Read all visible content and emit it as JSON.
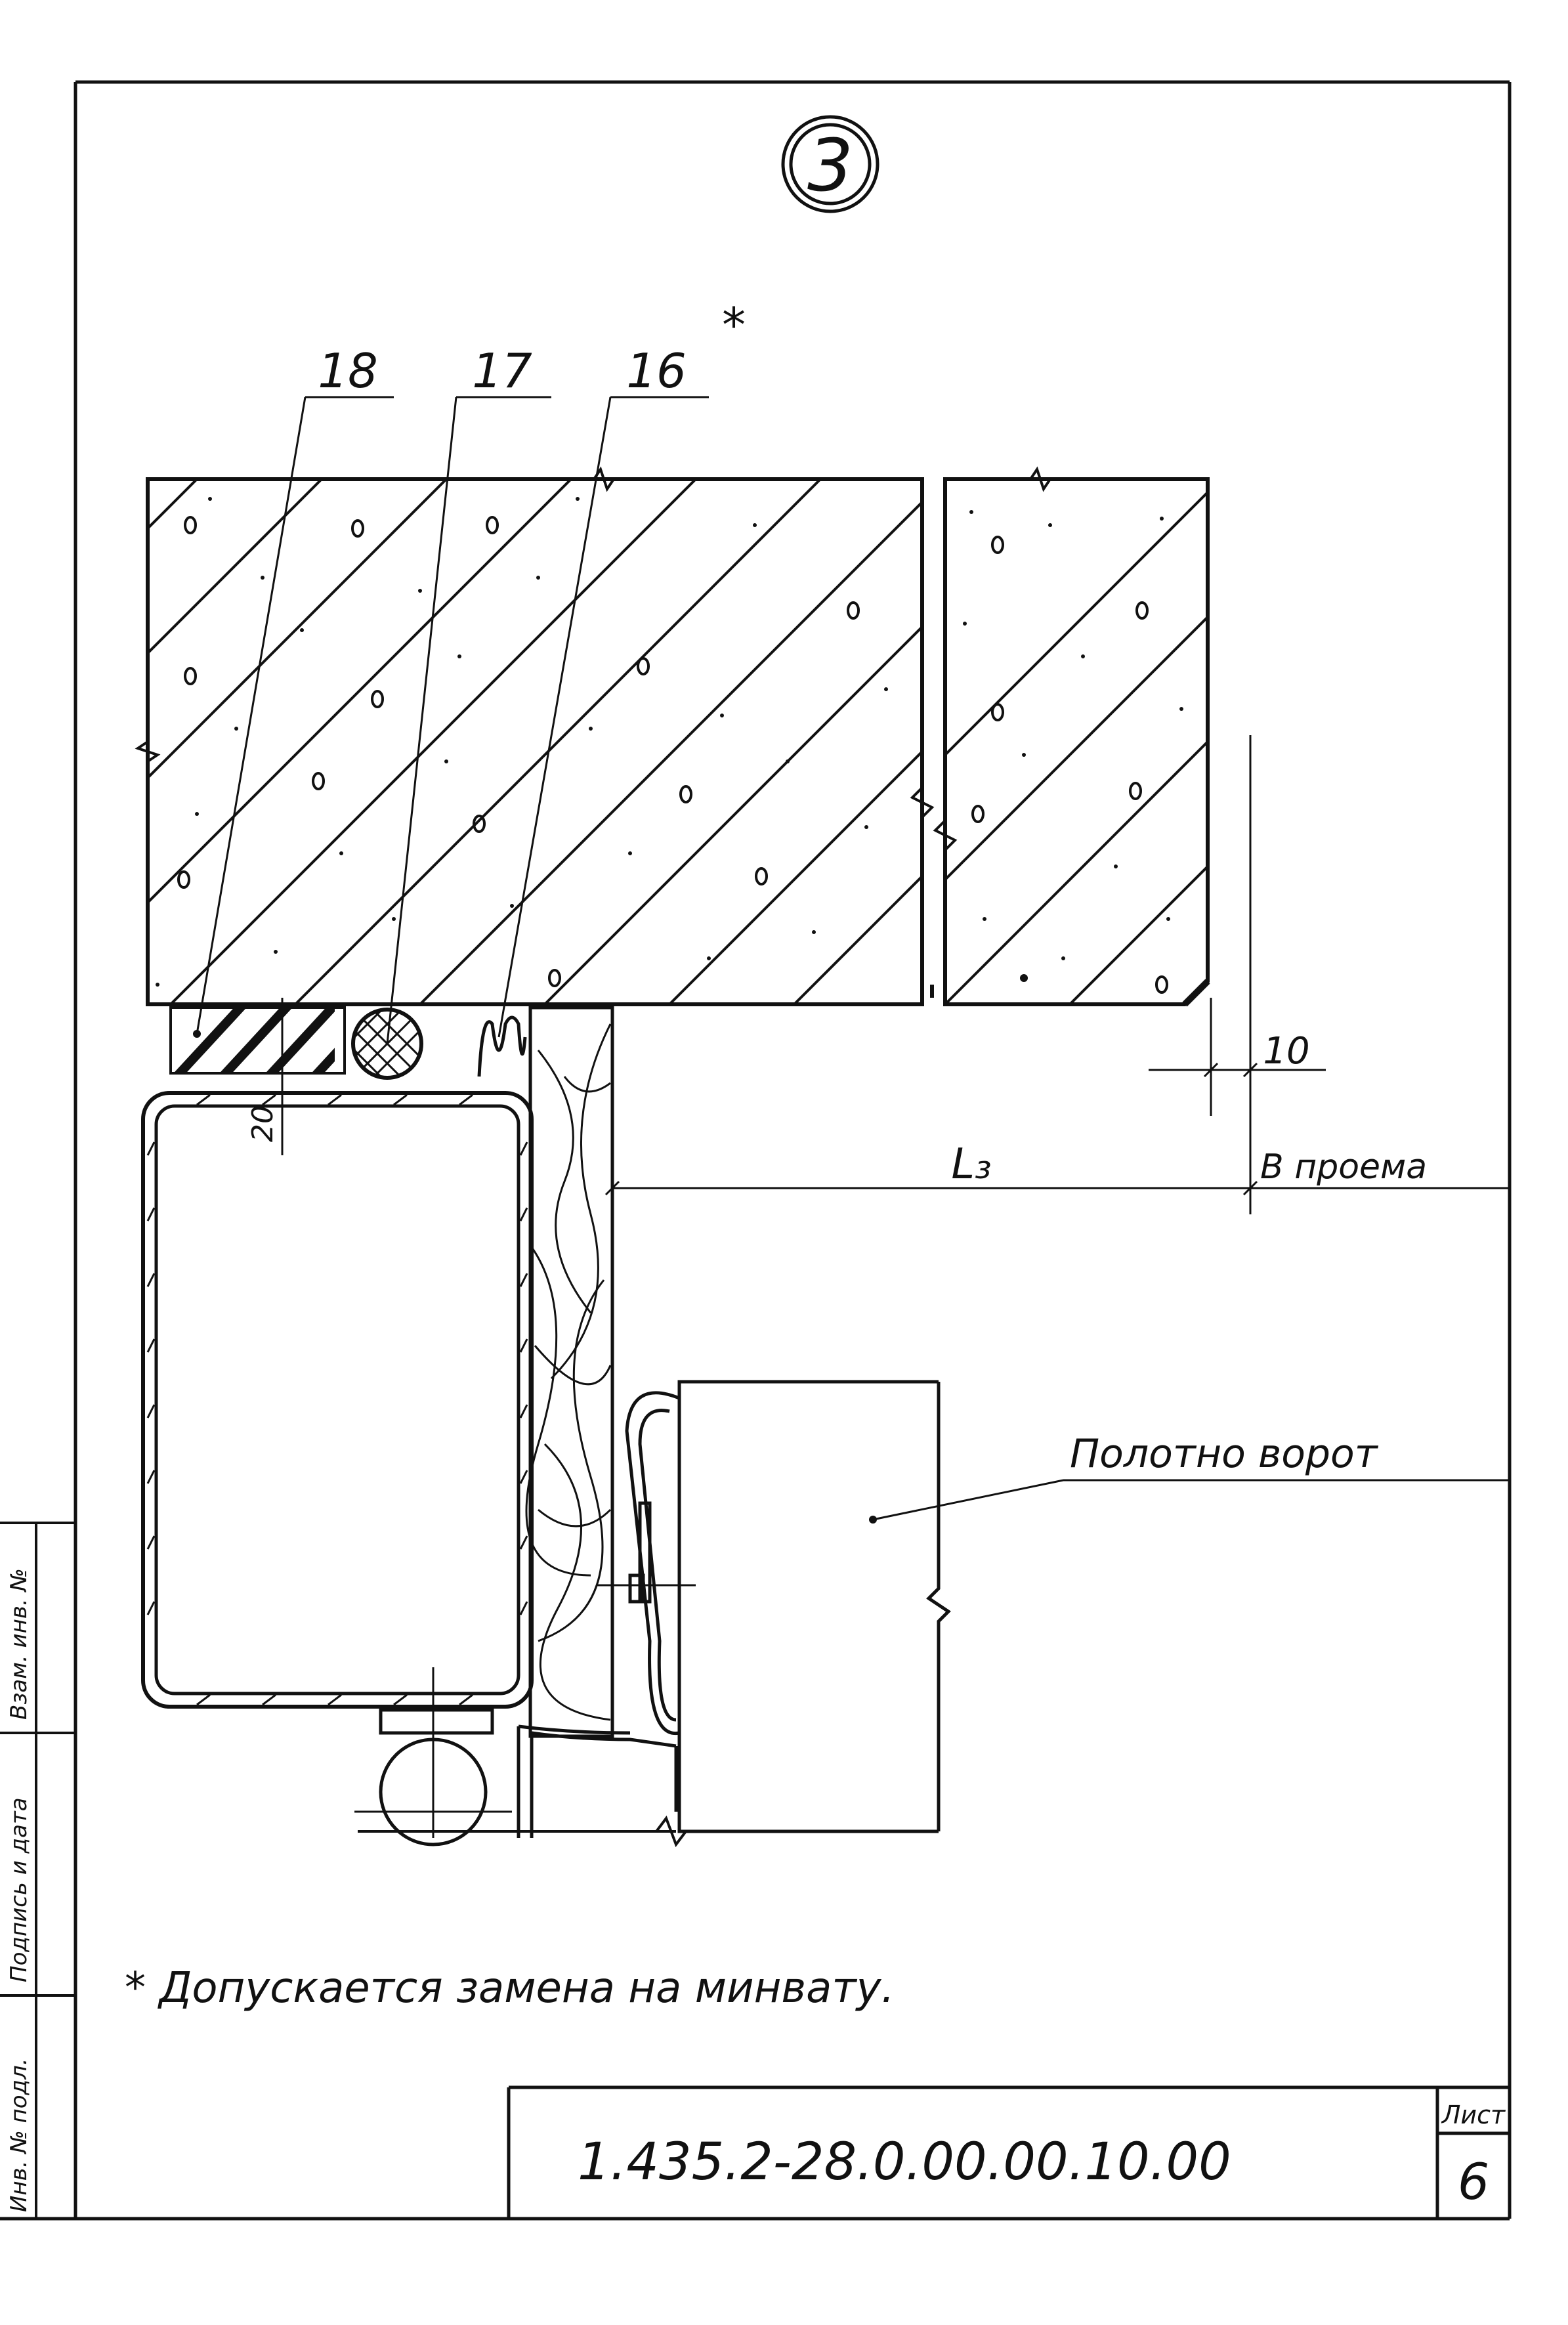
{
  "drawing": {
    "detail_number": "3",
    "callouts": {
      "c18": "18",
      "c17": "17",
      "c16": "16",
      "c16_mark": "*"
    },
    "dimensions": {
      "gap": "10",
      "l3": "L₃",
      "dim_20": "20",
      "opening": "B проема"
    },
    "labels": {
      "door_leaf": "Полотно ворот"
    },
    "note": "* Допускается замена на минвату."
  },
  "title_block": {
    "designation": "1.435.2-28.0.00.00.10.00",
    "sheet_label": "Лист",
    "sheet_number": "6"
  },
  "side_stamp": {
    "inventory_no": "Инв. № подл.",
    "signature_date": "Подпись и дата",
    "replaced_inv": "Взам. инв. №"
  }
}
